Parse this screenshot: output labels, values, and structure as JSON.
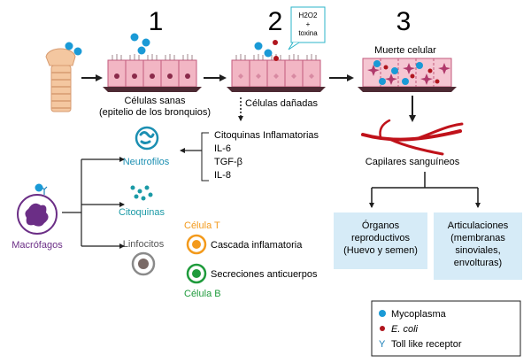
{
  "colors": {
    "mycoplasma_blue": "#1a9ad6",
    "ecoli_red": "#b0161e",
    "cell_pink": "#f2b6c4",
    "cell_border": "#c25a7c",
    "dark_band": "#4d2a33",
    "capillary_red": "#c0121a",
    "macrophage_purple": "#6b2e86",
    "neutrophil_teal": "#1b8fb2",
    "cytokine_teal": "#1b9aa6",
    "cell_t_orange": "#f39a1c",
    "cell_b_green": "#1f9b3c",
    "infobox_blue": "#d6ebf7",
    "text_dark": "#1e1e1e"
  },
  "steps": {
    "one": "1",
    "two": "2",
    "three": "3"
  },
  "stage1": {
    "label_line1": "Células sanas",
    "label_line2": "(epitelio de los bronquios)"
  },
  "stage2": {
    "label": "Células dañadas",
    "toxin_line1": "H2O2",
    "toxin_line2": "+",
    "toxin_line3": "toxina",
    "cytokines": [
      "Citoquinas Inflamatorias",
      "IL-6",
      "TGF-β",
      "IL-8"
    ]
  },
  "stage3": {
    "label": "Muerte celular",
    "capillaries_label": "Capilares sanguíneos"
  },
  "organs": {
    "reproductive": [
      "Órganos",
      "reproductivos",
      "(Huevo y semen)"
    ],
    "joints": [
      "Articulaciones",
      "(membranas",
      "sinoviales,",
      "envolturas)"
    ]
  },
  "immune": {
    "neutrophils": "Neutrofilos",
    "cytokines": "Citoquinas",
    "lymphocytes": "Linfocitos",
    "macrophages": "Macrófagos",
    "cell_t": "Célula T",
    "cell_b": "Célula B",
    "cascade": "Cascada inflamatoria",
    "antibodies": "Secreciones anticuerpos"
  },
  "legend": {
    "mycoplasma": "Mycoplasma",
    "ecoli": "E. coli",
    "toll_symbol": "Y",
    "toll": "Toll like receptor"
  }
}
